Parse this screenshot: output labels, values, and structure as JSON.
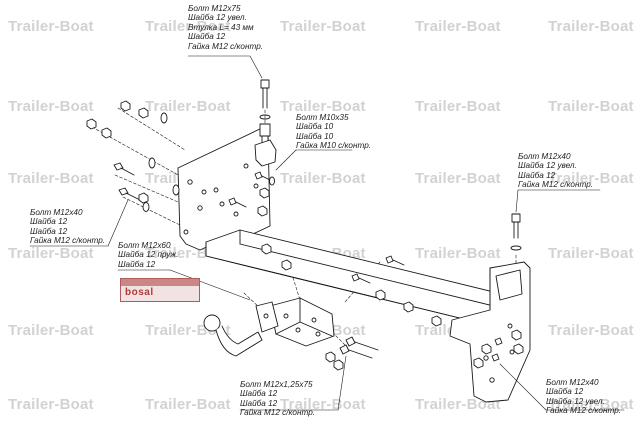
{
  "watermark": "Trailer-Boat",
  "callouts": {
    "top_bolt": [
      "Болт М12x75",
      "Шайба 12 увел.",
      "Втулка L= 43 мм",
      "Шайба 12",
      "Гайка М12 с/контр."
    ],
    "m10_bolt": [
      "Болт М10x35",
      "Шайба 10",
      "Шайба 10",
      "Гайка М10 с/контр."
    ],
    "right_top_bolt": [
      "Болт М12x40",
      "Шайба 12 увел.",
      "Шайба 12",
      "Гайка М12 с/контр."
    ],
    "left_bolt": [
      "Болт М12x40",
      "Шайба 12",
      "Шайба 12",
      "Гайка М12 с/контр."
    ],
    "ball_bolt": [
      "Болт М12x60",
      "Шайба 12 пруж.",
      "Шайба 12"
    ],
    "bottom_bolt": [
      "Болт М12x1,25x75",
      "Шайба 12",
      "Шайба 12",
      "Гайка М12 с/контр."
    ],
    "right_bottom_bolt": [
      "Болт М12x40",
      "Шайба 12",
      "Шайба 12 увел.",
      "Гайка М12 с/контр."
    ]
  },
  "brand_plate": {
    "label": "bosal"
  },
  "colors": {
    "watermark": "#d2d2d2",
    "line": "#1a1a1a",
    "plate_border": "#b45a5a"
  }
}
